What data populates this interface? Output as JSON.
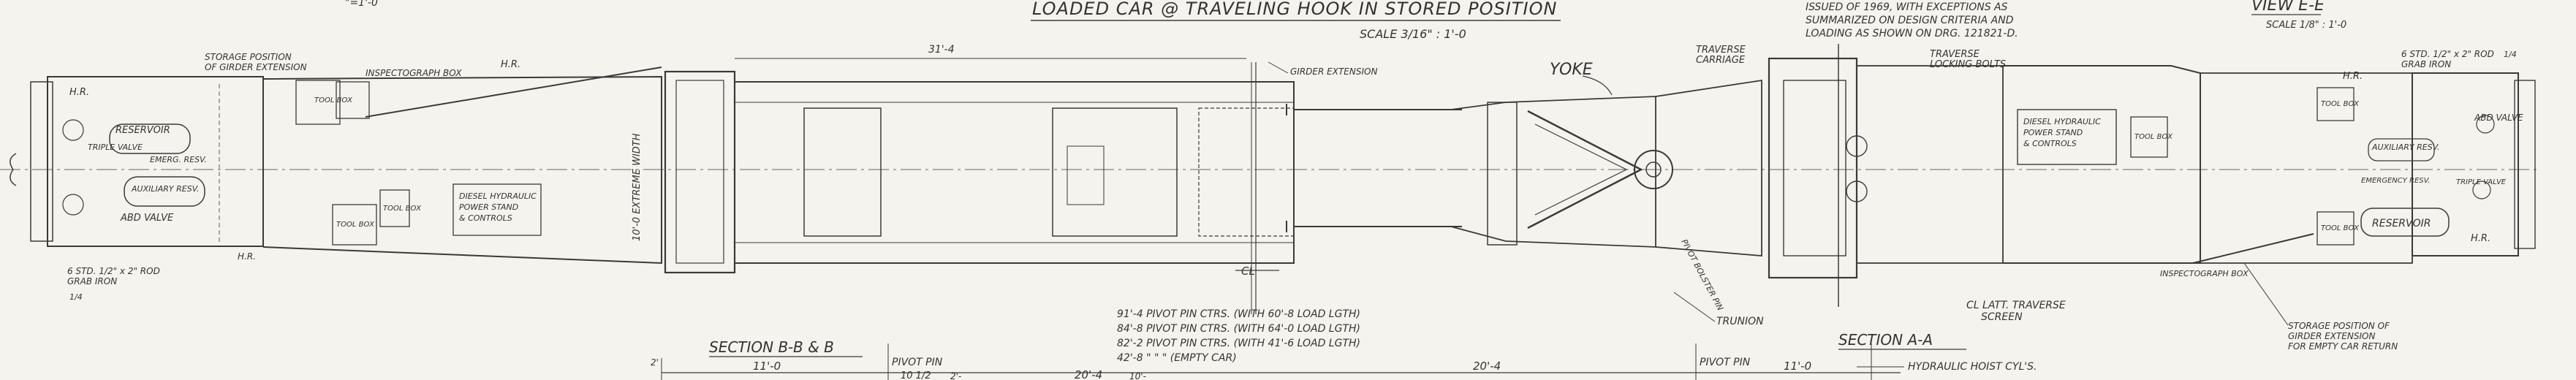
{
  "drawing": {
    "title": "LOADED CAR @ TRAVELING HOOK IN STORED POSITION",
    "scale_main": "SCALE 3/16\" : 1'-0",
    "top_left_fragment": "\"=1'-0",
    "notes": [
      "ISSUED OF 1969, WITH EXCEPTIONS AS",
      "SUMMARIZED ON DESIGN CRITERIA AND",
      "LOADING AS SHOWN ON DRG. 121821-D."
    ],
    "view_label": "VIEW E-E",
    "scale_right": "SCALE 1/8\" : 1'-0"
  },
  "labels": {
    "storage_position_left": [
      "STORAGE POSITION",
      "OF GIRDER EXTENSION"
    ],
    "hr": "H.R.",
    "inspectograph_box": "INSPECTOGRAPH BOX",
    "tool_box": "TOOL BOX",
    "reservoir": "RESERVOIR",
    "triple_valve": "TRIPLE VALVE",
    "emerg_resv": "EMERG. RESV.",
    "auxiliary_resv": "AUXILIARY RESV.",
    "abd_valve": "ABD VALVE",
    "grab_iron": [
      "6 STD. 1/2\" x 2\" ROD",
      "GRAB IRON"
    ],
    "diesel_left": [
      "DIESEL HYDRAULIC",
      "POWER STAND",
      "& CONTROLS"
    ],
    "frame_width": "10'-0 EXTREME WIDTH",
    "dim_31_4": "31'-4",
    "girder_extension": "GIRDER EXTENSION",
    "cl": "CL",
    "yoke": "YOKE",
    "traverse_carriage": [
      "TRAVERSE",
      "CARRIAGE"
    ],
    "traverse_locking_bolts": [
      "TRAVERSE",
      "LOCKING BOLTS"
    ],
    "diesel_right": [
      "DIESEL HYDRAULIC",
      "POWER STAND",
      "& CONTROLS"
    ],
    "grab_iron_right": [
      "6 STD. 1/2\" x 2\" ROD",
      "GRAB IRON"
    ],
    "dim_14": "1/4",
    "auxiliary_resv_right": "AUXILIARY RESV.",
    "emergency_resv": "EMERGENCY RESV.",
    "triple_valve_right": "TRIPLE VALVE",
    "pivot_bolster_pin": "PIVOT BOLSTER PIN",
    "section_bb": "SECTION B-B & B",
    "pivot_pin": "PIVOT PIN",
    "pivot_lines": [
      "91'-4 PIVOT PIN CTRS. (WITH 60'-8 LOAD LGTH)",
      "84'-8 PIVOT PIN CTRS. (WITH 64'-0 LOAD LGTH)",
      "82'-2 PIVOT PIN CTRS. (WITH 41'-6 LOAD LGTH)",
      "42'-8   \"    \"    \"    (EMPTY CAR)"
    ],
    "trunion": "TRUNION",
    "section_aa": "SECTION A-A",
    "latt_traverse": [
      "CL LATT. TRAVERSE",
      "SCREEN"
    ],
    "hydraulic_hoist": "HYDRAULIC HOIST CYL'S.",
    "storage_position_right": [
      "STORAGE POSITION OF",
      "GIRDER EXTENSION",
      "FOR EMPTY CAR RETURN"
    ],
    "dim_11_0_left": "11'-0",
    "dim_20_4_left": "20'-4",
    "dim_10_half": "10 1/2",
    "dim_20_4_right": "20'-4",
    "dim_11_0_right": "11'-0",
    "dim_2": "2'",
    "bottom_partial": [
      "2'-",
      "10'-"
    ]
  }
}
